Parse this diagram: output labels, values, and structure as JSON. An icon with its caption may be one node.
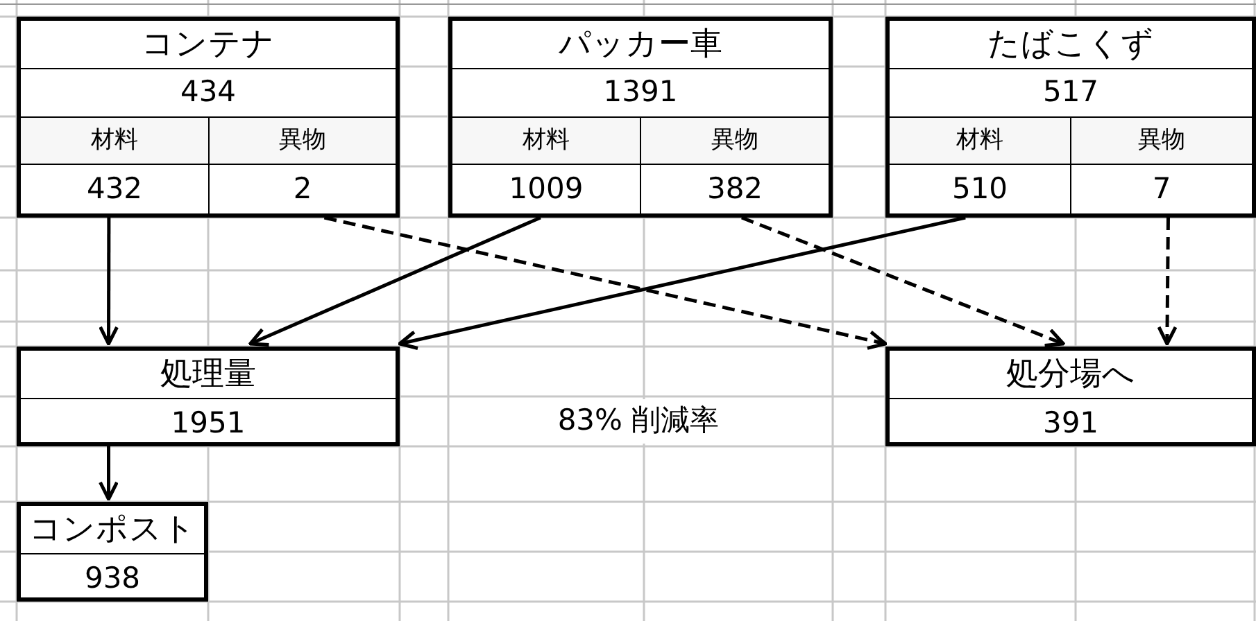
{
  "diagram": {
    "nodes": [
      {
        "text": [
          "コンテナ",
          "434"
        ]
      },
      {
        "text": [
          "材料",
          "432"
        ],
        "in": 0
      },
      {
        "text": [
          "異物",
          "2"
        ],
        "in": 0
      },
      {
        "text": [
          "パッカー車",
          "1391"
        ]
      },
      {
        "text": [
          "材料",
          "1009"
        ],
        "in": 3
      },
      {
        "text": [
          "異物",
          "382"
        ],
        "in": 3
      },
      {
        "text": [
          "たばこくず",
          "517"
        ]
      },
      {
        "text": [
          "材料",
          "510"
        ],
        "in": 6
      },
      {
        "text": [
          "異物",
          "7"
        ],
        "in": 6
      },
      {
        "text": [
          "処理量",
          "1951"
        ]
      },
      {
        "text": [
          "処分場へ",
          "391"
        ]
      },
      {
        "text": [
          "コンポスト",
          "938"
        ]
      }
    ],
    "edges": [
      {
        "from": 1,
        "to": 9,
        "arrow": "to"
      },
      {
        "from": 2,
        "to": 10,
        "arrow": "to",
        "style": "dashed"
      },
      {
        "from": 4,
        "to": 9,
        "arrow": "to"
      },
      {
        "from": 5,
        "to": 10,
        "arrow": "to",
        "style": "dashed"
      },
      {
        "from": 7,
        "to": 9,
        "arrow": "to"
      },
      {
        "from": 8,
        "to": 10,
        "arrow": "to",
        "style": "dashed"
      },
      {
        "from": 9,
        "to": 11,
        "arrow": "to"
      }
    ],
    "labels": [
      "83% 削減率"
    ]
  }
}
